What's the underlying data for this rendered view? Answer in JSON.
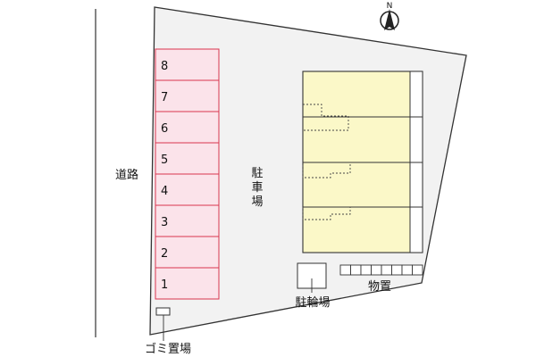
{
  "labels": {
    "road": "道路",
    "parking_lot": "駐車場",
    "bicycle_parking": "駐輪場",
    "storage": "物置",
    "garbage_area": "ゴミ置場",
    "compass_north": "N"
  },
  "parking_spaces": [
    "8",
    "7",
    "6",
    "5",
    "4",
    "3",
    "2",
    "1"
  ],
  "colors": {
    "parking_fill": "#fbe3ea",
    "parking_stroke": "#d9344f",
    "building_fill": "#fbf8c8",
    "site_fill": "#f2f2f2",
    "line": "#333333"
  }
}
